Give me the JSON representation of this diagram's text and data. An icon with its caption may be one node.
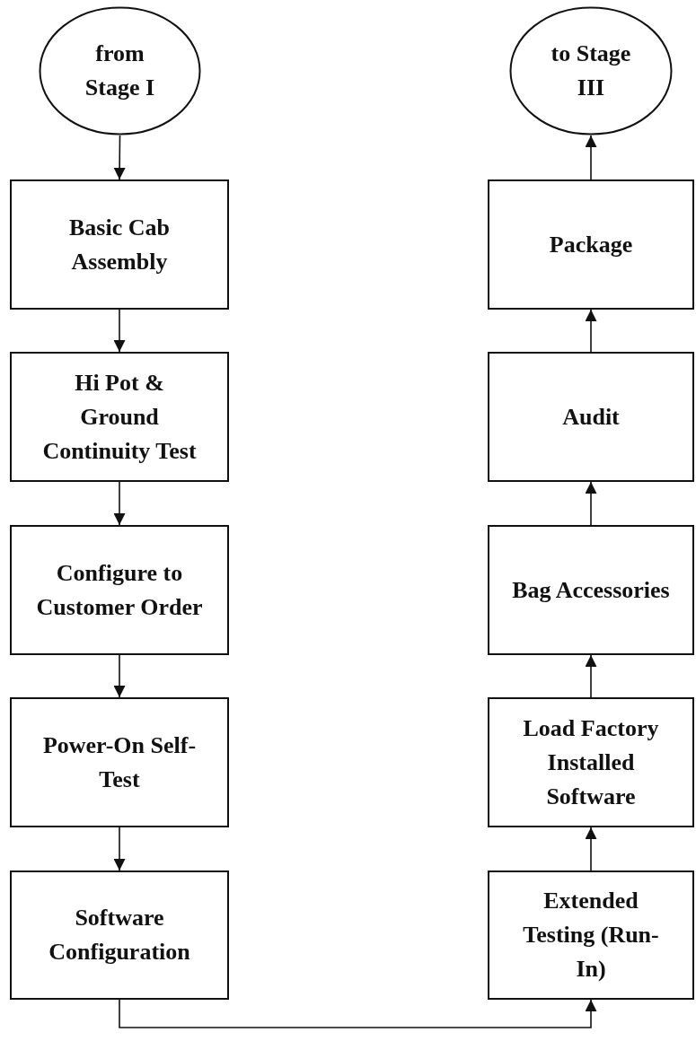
{
  "diagram": {
    "nodes": [
      {
        "text": [
          "from Stage I"
        ]
      },
      {
        "text": [
          "Basic Cab Assembly"
        ]
      },
      {
        "text": [
          "Hi Pot & Ground Continuity Test"
        ]
      },
      {
        "text": [
          "Configure to Customer Order"
        ]
      },
      {
        "text": [
          "Power-On Self-Test"
        ]
      },
      {
        "text": [
          "Software Configuration"
        ]
      },
      {
        "text": [
          "Extended Testing (Run-In)"
        ]
      },
      {
        "text": [
          "Load Factory Installed Software"
        ]
      },
      {
        "text": [
          "Bag Accessories"
        ]
      },
      {
        "text": [
          "Audit"
        ]
      },
      {
        "text": [
          "Package"
        ]
      },
      {
        "text": [
          "to Stage III"
        ]
      }
    ],
    "edges": [
      {
        "from": 0,
        "to": 1,
        "arrow": "to"
      },
      {
        "from": 1,
        "to": 2,
        "arrow": "to"
      },
      {
        "from": 2,
        "to": 3,
        "arrow": "to"
      },
      {
        "from": 3,
        "to": 4,
        "arrow": "to"
      },
      {
        "from": 4,
        "to": 5,
        "arrow": "to"
      },
      {
        "from": 5,
        "to": 6,
        "arrow": "to"
      },
      {
        "from": 6,
        "to": 7,
        "arrow": "to"
      },
      {
        "from": 7,
        "to": 8,
        "arrow": "to"
      },
      {
        "from": 8,
        "to": 9,
        "arrow": "to"
      },
      {
        "from": 9,
        "to": 10,
        "arrow": "to"
      },
      {
        "from": 10,
        "to": 11,
        "arrow": "to"
      }
    ]
  }
}
